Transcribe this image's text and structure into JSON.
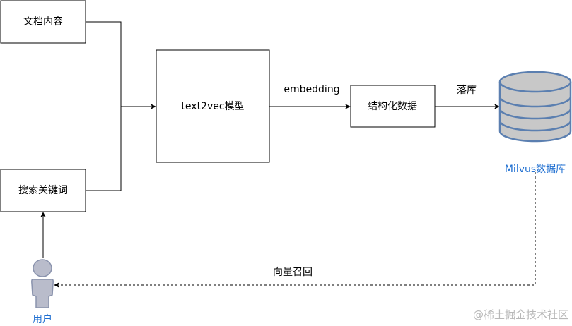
{
  "nodes": {
    "doc_content": "文档内容",
    "search_keywords": "搜索关键词",
    "model": "text2vec模型",
    "structured_data": "结构化数据",
    "database": "Milvus数据库",
    "user": "用户"
  },
  "edges": {
    "embedding": "embedding",
    "store": "落库",
    "recall": "向量召回"
  },
  "watermark": "@稀土掘金技术社区",
  "colors": {
    "line": "#000000",
    "blue_text": "#1f6fd1",
    "db_fill": "#c8c8c8",
    "db_stroke": "#5b7fb0",
    "user_fill": "#b9bccb",
    "user_stroke": "#8a93ad",
    "watermark": "#b8b8b8"
  }
}
